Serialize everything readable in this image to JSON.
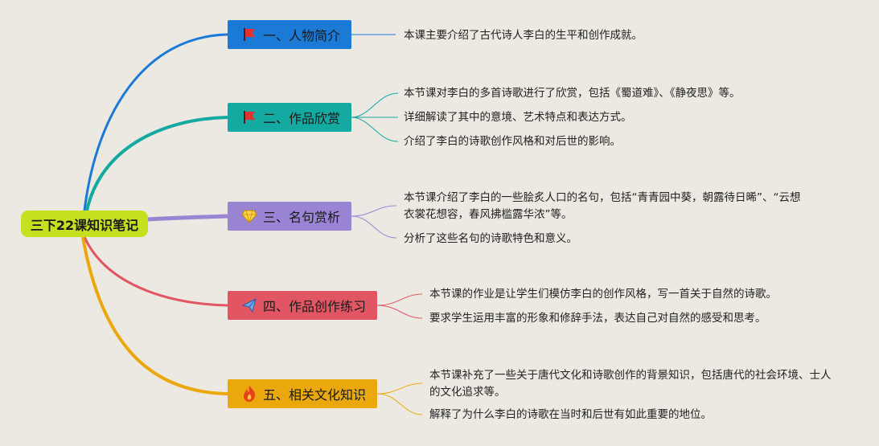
{
  "root": {
    "label": "三下22课知识笔记",
    "color": "#c4e01e"
  },
  "branches": [
    {
      "label": "一、人物简介",
      "icon": "red-flag-icon",
      "color": "#1a7ad6",
      "line_color": "#1a7ad6",
      "notes": [
        "本课主要介绍了古代诗人李白的生平和创作成就。"
      ]
    },
    {
      "label": "二、作品欣赏",
      "icon": "red-flag-icon",
      "color": "#14a9a1",
      "line_color": "#14a9a1",
      "notes": [
        "本节课对李白的多首诗歌进行了欣赏，包括《蜀道难》、《静夜思》等。",
        "详细解读了其中的意境、艺术特点和表达方式。",
        "介绍了李白的诗歌创作风格和对后世的影响。"
      ]
    },
    {
      "label": "三、名句赏析",
      "icon": "diamond-icon",
      "color": "#9a85d4",
      "line_color": "#9a85d4",
      "notes": [
        "本节课介绍了李白的一些脍炙人口的名句，包括“青青园中葵，朝露待日晞”、“云想衣裳花想容，春风拂槛露华浓”等。",
        "分析了这些名句的诗歌特色和意义。"
      ]
    },
    {
      "label": "四、作品创作练习",
      "icon": "paper-plane-icon",
      "color": "#e25563",
      "line_color": "#e25563",
      "notes": [
        "本节课的作业是让学生们模仿李白的创作风格，写一首关于自然的诗歌。",
        "要求学生运用丰富的形象和修辞手法，表达自己对自然的感受和思考。"
      ]
    },
    {
      "label": "五、相关文化知识",
      "icon": "fire-icon",
      "color": "#eba80c",
      "line_color": "#eba80c",
      "notes": [
        "本节课补充了一些关于唐代文化和诗歌创作的背景知识，包括唐代的社会环境、士人的文化追求等。",
        "解释了为什么李白的诗歌在当时和后世有如此重要的地位。"
      ]
    }
  ]
}
